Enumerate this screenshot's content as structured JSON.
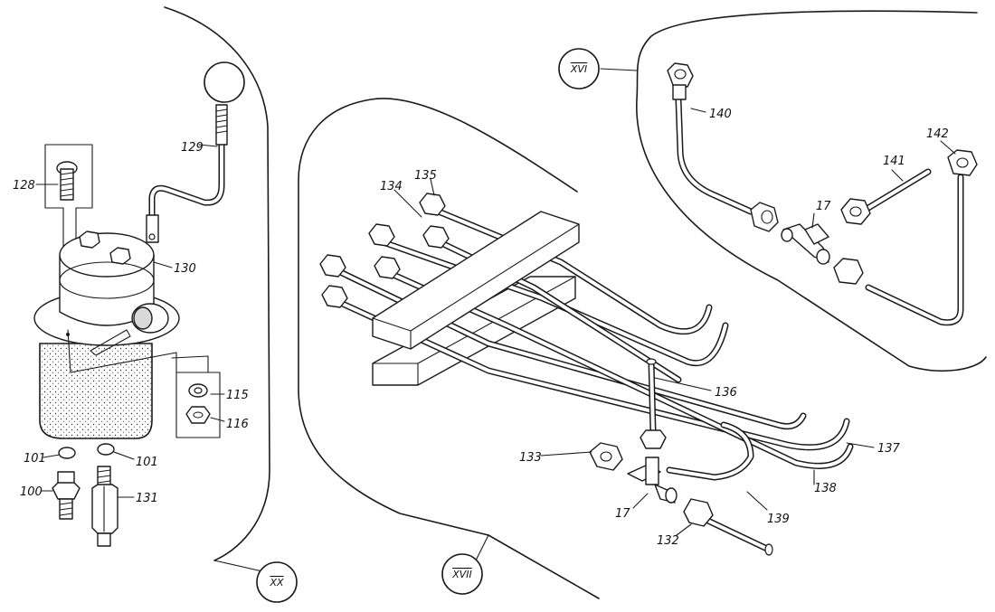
{
  "views": {
    "xx": "XX",
    "xvii": "XVII",
    "xvi": "XVI"
  },
  "labels": {
    "p100": "100",
    "p101a": "101",
    "p101b": "101",
    "p115": "115",
    "p116": "116",
    "p128": "128",
    "p129": "129",
    "p130": "130",
    "p131": "131",
    "p132": "132",
    "p133": "133",
    "p134": "134",
    "p135": "135",
    "p136": "136",
    "p137": "137",
    "p138": "138",
    "p139": "139",
    "p140": "140",
    "p141": "141",
    "p142": "142",
    "p17a": "17",
    "p17b": "17"
  }
}
